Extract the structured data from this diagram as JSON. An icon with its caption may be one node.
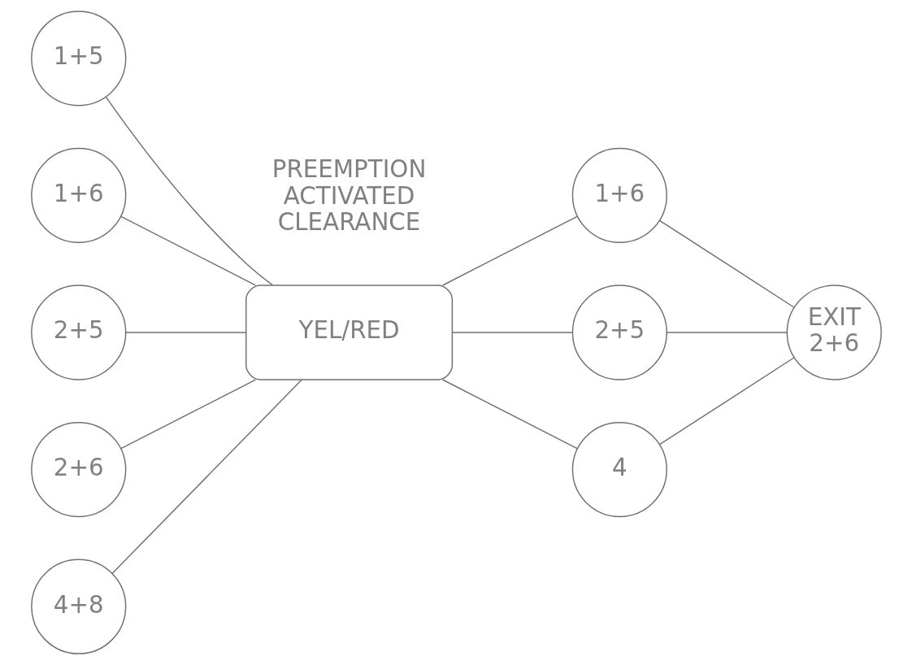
{
  "diagram": {
    "nodes": [
      {
        "text": [
          "1+5"
        ]
      },
      {
        "text": [
          "1+6"
        ]
      },
      {
        "text": [
          "2+5"
        ]
      },
      {
        "text": [
          "2+6"
        ]
      },
      {
        "text": [
          "4+8"
        ]
      },
      {
        "text": [
          "YEL/RED"
        ]
      },
      {
        "text": [
          "1+6"
        ]
      },
      {
        "text": [
          "2+5"
        ]
      },
      {
        "text": [
          "4"
        ]
      },
      {
        "text": [
          "EXIT 2+6"
        ]
      }
    ],
    "edges": [
      {
        "from": 0,
        "to": 5,
        "arrow": "none"
      },
      {
        "from": 1,
        "to": 5,
        "arrow": "none"
      },
      {
        "from": 2,
        "to": 5,
        "arrow": "none"
      },
      {
        "from": 3,
        "to": 5,
        "arrow": "none"
      },
      {
        "from": 4,
        "to": 5,
        "arrow": "none"
      },
      {
        "from": 5,
        "to": 6,
        "arrow": "none"
      },
      {
        "from": 5,
        "to": 7,
        "arrow": "none"
      },
      {
        "from": 5,
        "to": 8,
        "arrow": "none"
      },
      {
        "from": 6,
        "to": 9,
        "arrow": "none"
      },
      {
        "from": 7,
        "to": 9,
        "arrow": "none"
      },
      {
        "from": 8,
        "to": 9,
        "arrow": "none"
      }
    ],
    "labels": [
      "PREEMPTION ACTIVATED CLEARANCE"
    ]
  }
}
